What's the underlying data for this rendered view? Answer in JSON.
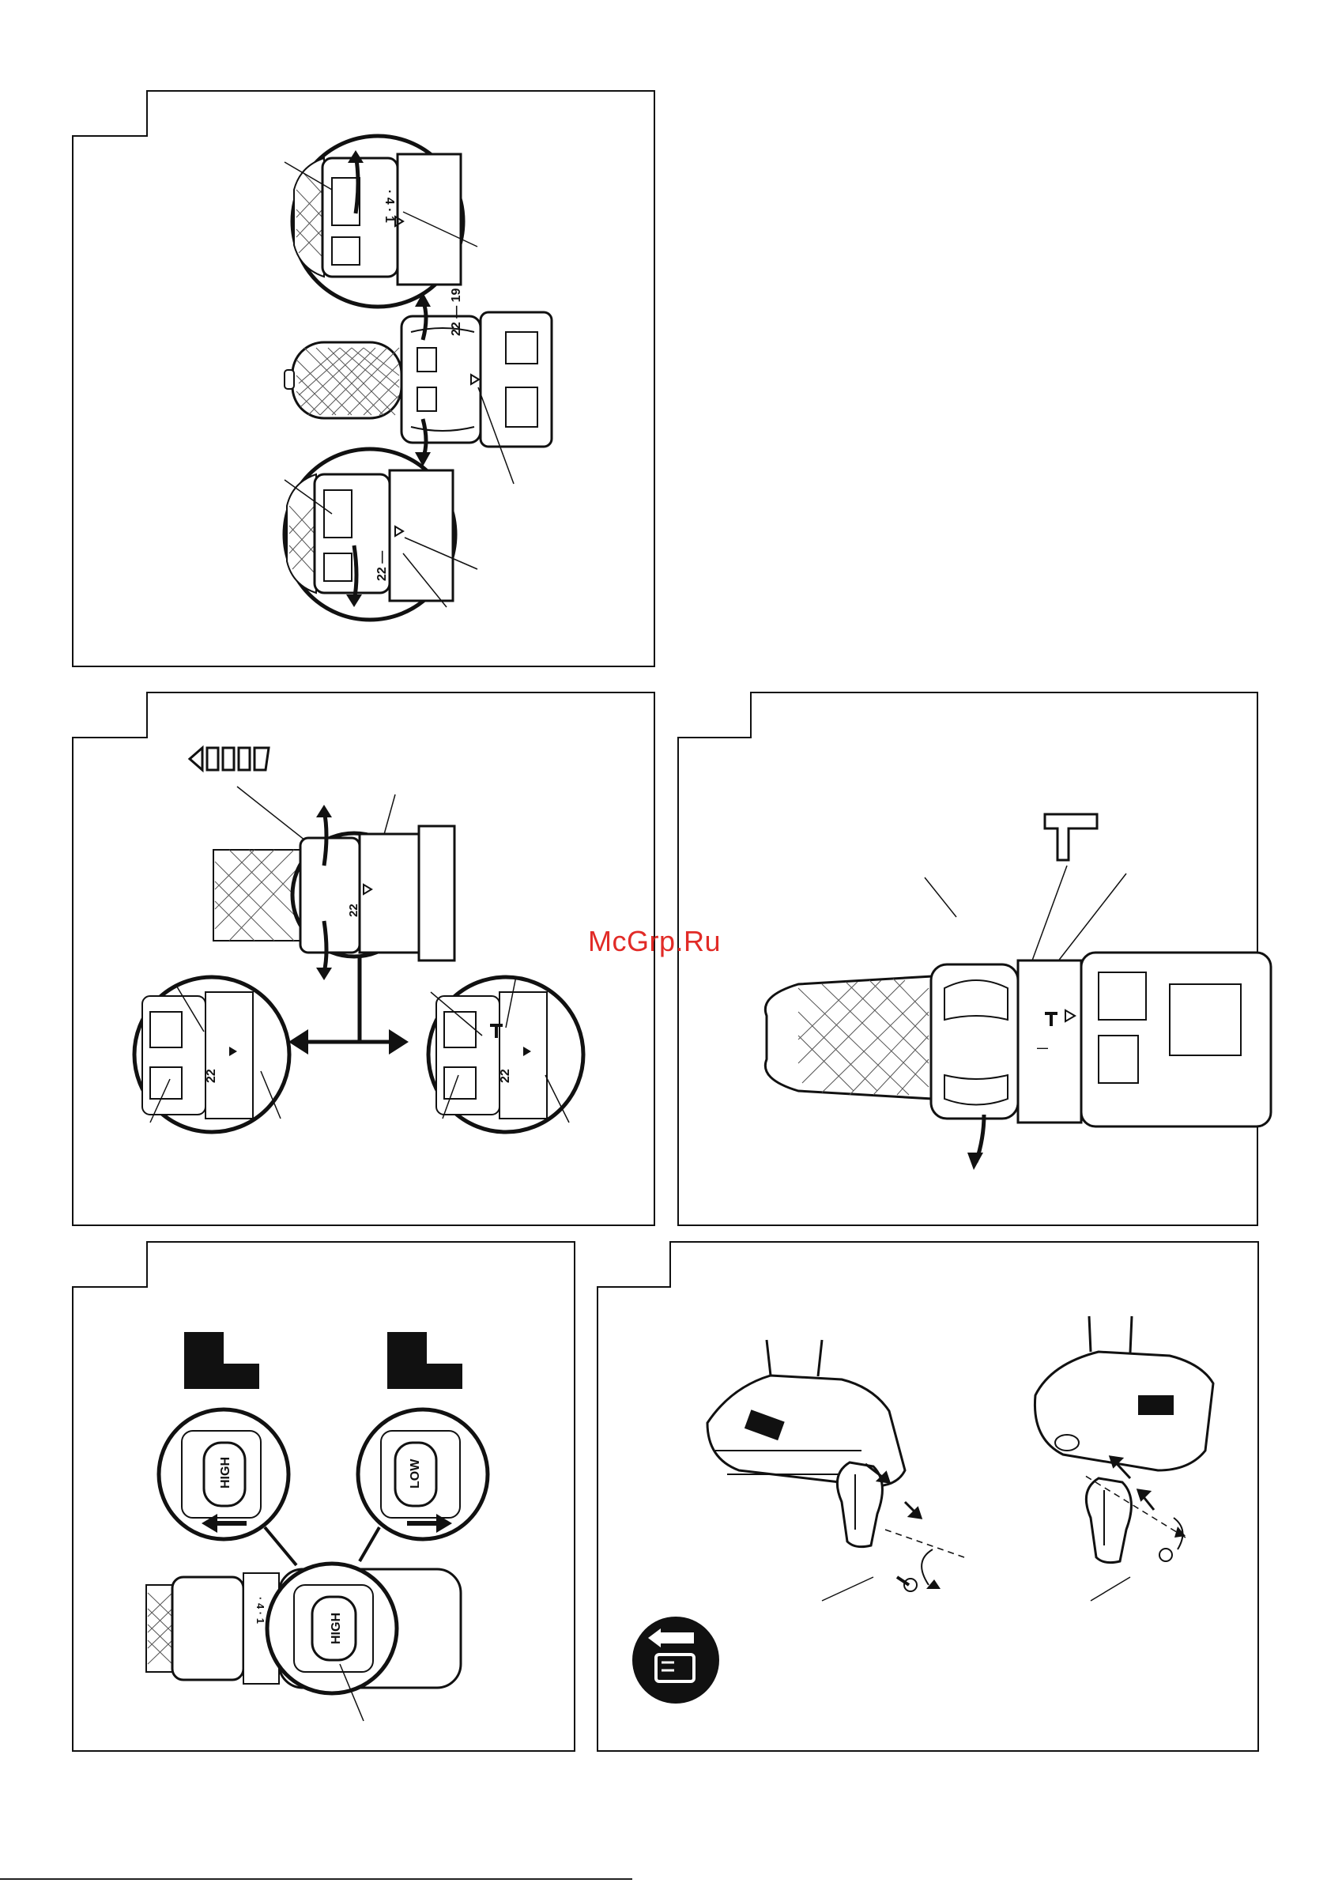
{
  "watermark": "McGrp.Ru",
  "switch_labels": {
    "high": "HIGH",
    "low": "LOW"
  },
  "dial_numbers": {
    "top_dial_marks": "· 4 · 1",
    "main_dial_marks": "22 — 19 · 16",
    "bottom_dial_marks": "22 —",
    "mode_dial_marks": "22"
  },
  "icons": [
    "drill-mode-icon",
    "hammer-mode-icon",
    "high-speed-icon",
    "low-speed-icon",
    "battery-release-icon"
  ],
  "colors": {
    "ink": "#111111",
    "paper": "#ffffff",
    "watermark": "#e0201c"
  }
}
